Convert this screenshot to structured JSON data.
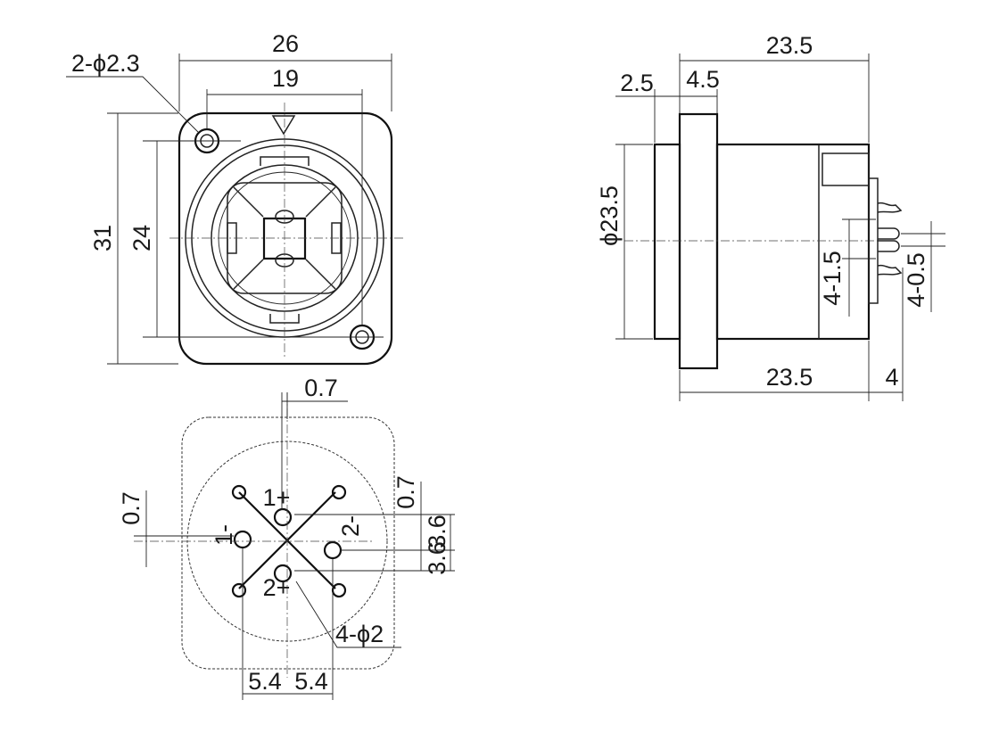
{
  "front_view": {
    "dim_width_outer": "26",
    "dim_width_holes": "19",
    "dim_holes": "2-ϕ2.3",
    "dim_height_outer": "31",
    "dim_height_holes": "24"
  },
  "side_view": {
    "dim_total_top": "23.5",
    "dim_flange_front": "2.5",
    "dim_flange_thickness": "4.5",
    "dim_diameter": "ϕ23.5",
    "dim_body_bottom": "23.5",
    "dim_pin_length": "4",
    "dim_pins_width": "4-1.5",
    "dim_pins_thickness": "4-0.5"
  },
  "pcb_view": {
    "dim_offset_top": "0.7",
    "dim_offset_left": "0.7",
    "dim_offset_right": "0.7",
    "dim_spacing_left": "5.4",
    "dim_spacing_right": "5.4",
    "dim_upper": "3.6",
    "dim_lower": "3.6",
    "dim_holes": "4-ϕ2",
    "pin_1_plus": "1+",
    "pin_1_minus": "1-",
    "pin_2_plus": "2+",
    "pin_2_minus": "2-"
  }
}
